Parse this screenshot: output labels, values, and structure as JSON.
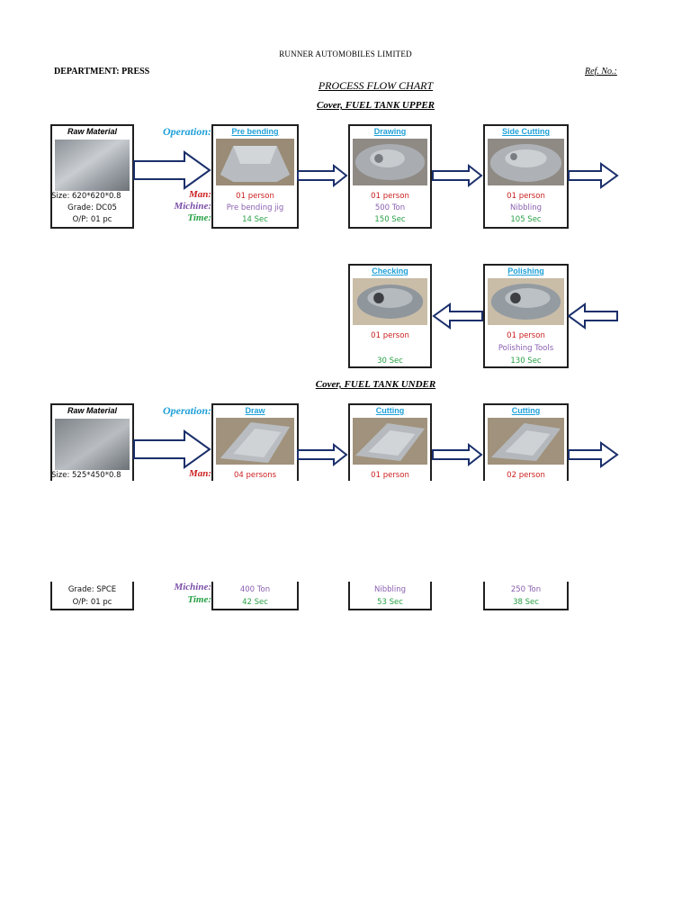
{
  "header": {
    "company": "RUNNER AUTOMOBILES LIMITED",
    "department": "DEPARTMENT: PRESS",
    "ref_no": "Ref. No.:",
    "chart_title": "PROCESS FLOW CHART"
  },
  "labels": {
    "operation": "Operation:",
    "man": "Man:",
    "machine": "Michine:",
    "time": "Time:"
  },
  "upper": {
    "title": "Cover, FUEL TANK UPPER",
    "raw": {
      "title": "Raw Material",
      "size": "Size: 620*620*0.8",
      "grade": "Grade: DC05",
      "op": "O/P: 01 pc"
    },
    "ops": [
      {
        "name": "Pre bending",
        "man": "01 person",
        "machine": "Pre bending jig",
        "time": "14 Sec"
      },
      {
        "name": "Drawing",
        "man": "01 person",
        "machine": "500 Ton",
        "time": "150 Sec"
      },
      {
        "name": "Side Cutting",
        "man": "01 person",
        "machine": "Nibbling",
        "time": "105 Sec"
      }
    ],
    "ops_row2": [
      {
        "name": "Checking",
        "man": "01 person",
        "machine": "",
        "time": "30 Sec"
      },
      {
        "name": "Polishing",
        "man": "01 person",
        "machine": "Polishing Tools",
        "time": "130 Sec"
      }
    ]
  },
  "under": {
    "title": "Cover, FUEL TANK UNDER",
    "raw": {
      "title": "Raw Material",
      "size": "Size: 525*450*0.8",
      "grade": "Grade: SPCE",
      "op": "O/P: 01 pc"
    },
    "ops": [
      {
        "name": "Draw",
        "man": "04 persons",
        "machine": "400 Ton",
        "time": "42 Sec"
      },
      {
        "name": "Cutting",
        "man": "01 person",
        "machine": "Nibbling",
        "time": "53 Sec"
      },
      {
        "name": "Cutting",
        "man": "02 person",
        "machine": "250 Ton",
        "time": "38 Sec"
      }
    ]
  },
  "colors": {
    "operation": "#1ea0d8",
    "man": "#cc1f1f",
    "machine": "#8a5fb0",
    "time": "#27a045",
    "arrow": "#1a2f6b"
  }
}
